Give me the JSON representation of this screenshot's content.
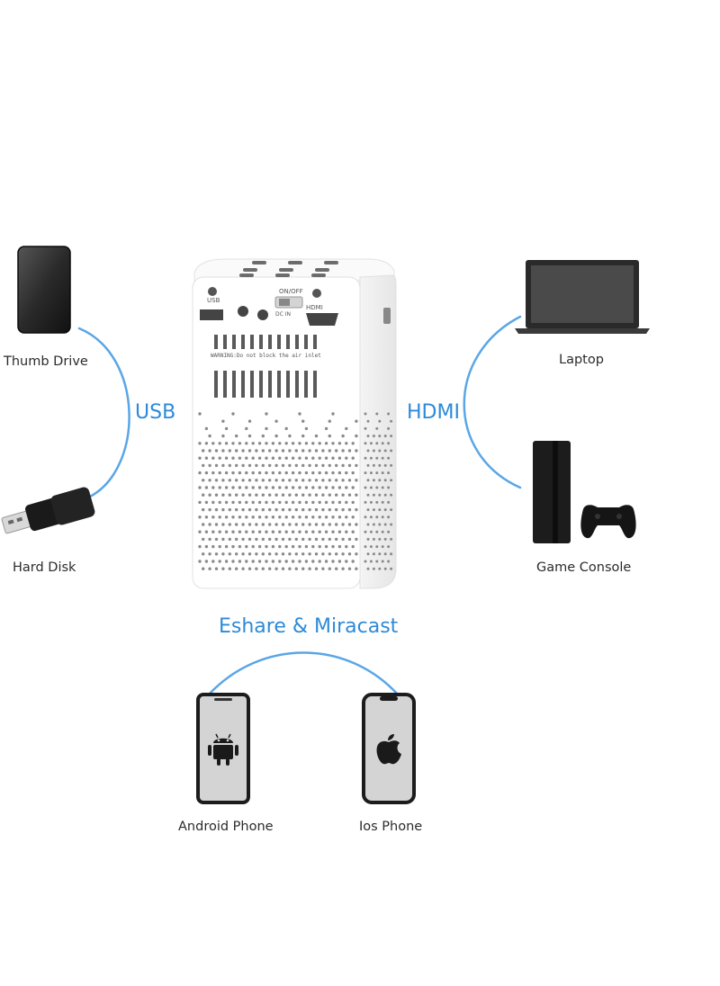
{
  "labels": {
    "thumb_drive": "Thumb Drive",
    "hard_disk": "Hard Disk",
    "laptop": "Laptop",
    "game_console": "Game Console",
    "android_phone": "Android Phone",
    "ios_phone": "Ios Phone"
  },
  "connections": {
    "usb": "USB",
    "hdmi": "HDMI",
    "wireless": "Eshare & Miracast"
  },
  "projector": {
    "usb_label": "USB",
    "switch_label": "ON/OFF",
    "dcin_label": "DC IN",
    "hdmi_label": "HDMI",
    "warning": "WARNING:Do not block the air inlet"
  },
  "colors": {
    "accent": "#2e8ad8",
    "device_dark": "#1e1e1e"
  },
  "icons": {
    "android": "android-icon",
    "apple": "apple-icon"
  }
}
